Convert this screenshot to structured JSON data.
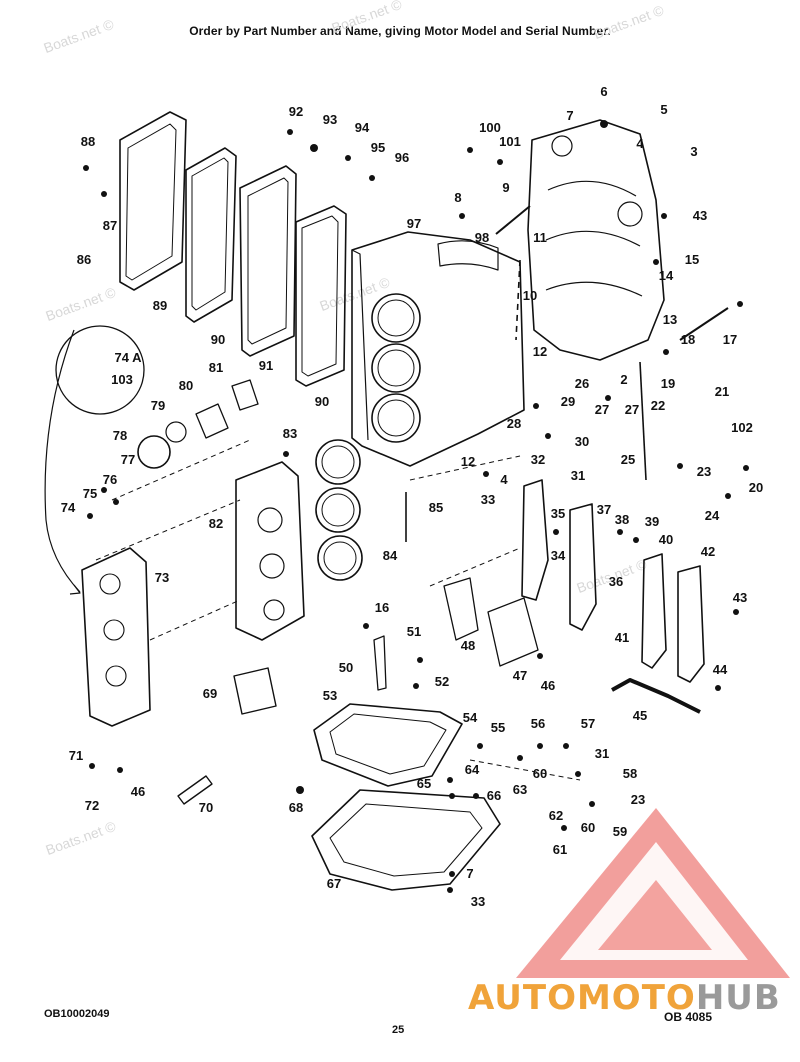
{
  "header": {
    "instruction": "Order by Part Number and Name, giving Motor Model and Serial Number."
  },
  "watermark": {
    "text": "Boats.net ©"
  },
  "parts": [
    {
      "n": "88"
    },
    {
      "n": "87"
    },
    {
      "n": "86"
    },
    {
      "n": "89"
    },
    {
      "n": "90"
    },
    {
      "n": "91"
    },
    {
      "n": "90"
    },
    {
      "n": "92"
    },
    {
      "n": "93"
    },
    {
      "n": "94"
    },
    {
      "n": "95"
    },
    {
      "n": "96"
    },
    {
      "n": "97"
    },
    {
      "n": "98"
    },
    {
      "n": "100"
    },
    {
      "n": "101"
    },
    {
      "n": "8"
    },
    {
      "n": "9"
    },
    {
      "n": "11"
    },
    {
      "n": "10"
    },
    {
      "n": "12"
    },
    {
      "n": "6"
    },
    {
      "n": "7"
    },
    {
      "n": "5"
    },
    {
      "n": "4"
    },
    {
      "n": "3"
    },
    {
      "n": "43"
    },
    {
      "n": "15"
    },
    {
      "n": "14"
    },
    {
      "n": "13"
    },
    {
      "n": "17"
    },
    {
      "n": "18"
    },
    {
      "n": "19"
    },
    {
      "n": "2"
    },
    {
      "n": "26"
    },
    {
      "n": "27"
    },
    {
      "n": "27"
    },
    {
      "n": "29"
    },
    {
      "n": "28"
    },
    {
      "n": "30"
    },
    {
      "n": "22"
    },
    {
      "n": "21"
    },
    {
      "n": "102"
    },
    {
      "n": "20"
    },
    {
      "n": "24"
    },
    {
      "n": "23"
    },
    {
      "n": "25"
    },
    {
      "n": "32"
    },
    {
      "n": "31"
    },
    {
      "n": "12"
    },
    {
      "n": "4"
    },
    {
      "n": "33"
    },
    {
      "n": "85"
    },
    {
      "n": "74 A"
    },
    {
      "n": "103"
    },
    {
      "n": "81"
    },
    {
      "n": "80"
    },
    {
      "n": "79"
    },
    {
      "n": "78"
    },
    {
      "n": "77"
    },
    {
      "n": "76"
    },
    {
      "n": "75"
    },
    {
      "n": "74"
    },
    {
      "n": "83"
    },
    {
      "n": "82"
    },
    {
      "n": "84"
    },
    {
      "n": "73"
    },
    {
      "n": "35"
    },
    {
      "n": "34"
    },
    {
      "n": "37"
    },
    {
      "n": "38"
    },
    {
      "n": "39"
    },
    {
      "n": "40"
    },
    {
      "n": "36"
    },
    {
      "n": "42"
    },
    {
      "n": "43"
    },
    {
      "n": "41"
    },
    {
      "n": "16"
    },
    {
      "n": "51"
    },
    {
      "n": "50"
    },
    {
      "n": "52"
    },
    {
      "n": "48"
    },
    {
      "n": "47"
    },
    {
      "n": "46"
    },
    {
      "n": "44"
    },
    {
      "n": "45"
    },
    {
      "n": "69"
    },
    {
      "n": "53"
    },
    {
      "n": "54"
    },
    {
      "n": "55"
    },
    {
      "n": "56"
    },
    {
      "n": "57"
    },
    {
      "n": "71"
    },
    {
      "n": "72"
    },
    {
      "n": "46"
    },
    {
      "n": "70"
    },
    {
      "n": "65"
    },
    {
      "n": "64"
    },
    {
      "n": "66"
    },
    {
      "n": "63"
    },
    {
      "n": "60"
    },
    {
      "n": "31"
    },
    {
      "n": "58"
    },
    {
      "n": "23"
    },
    {
      "n": "62"
    },
    {
      "n": "60"
    },
    {
      "n": "59"
    },
    {
      "n": "61"
    },
    {
      "n": "68"
    },
    {
      "n": "67"
    },
    {
      "n": "7"
    },
    {
      "n": "33"
    }
  ],
  "footer": {
    "ref_left": "OB10002049",
    "page": "25",
    "ref_right": "OB 4085"
  },
  "logo": {
    "part1": "AUTOMOTO",
    "part2": "HUB",
    "colors": {
      "accent": "#e8504a",
      "orange": "#f0a33a",
      "gray": "#9a9a9a"
    }
  }
}
